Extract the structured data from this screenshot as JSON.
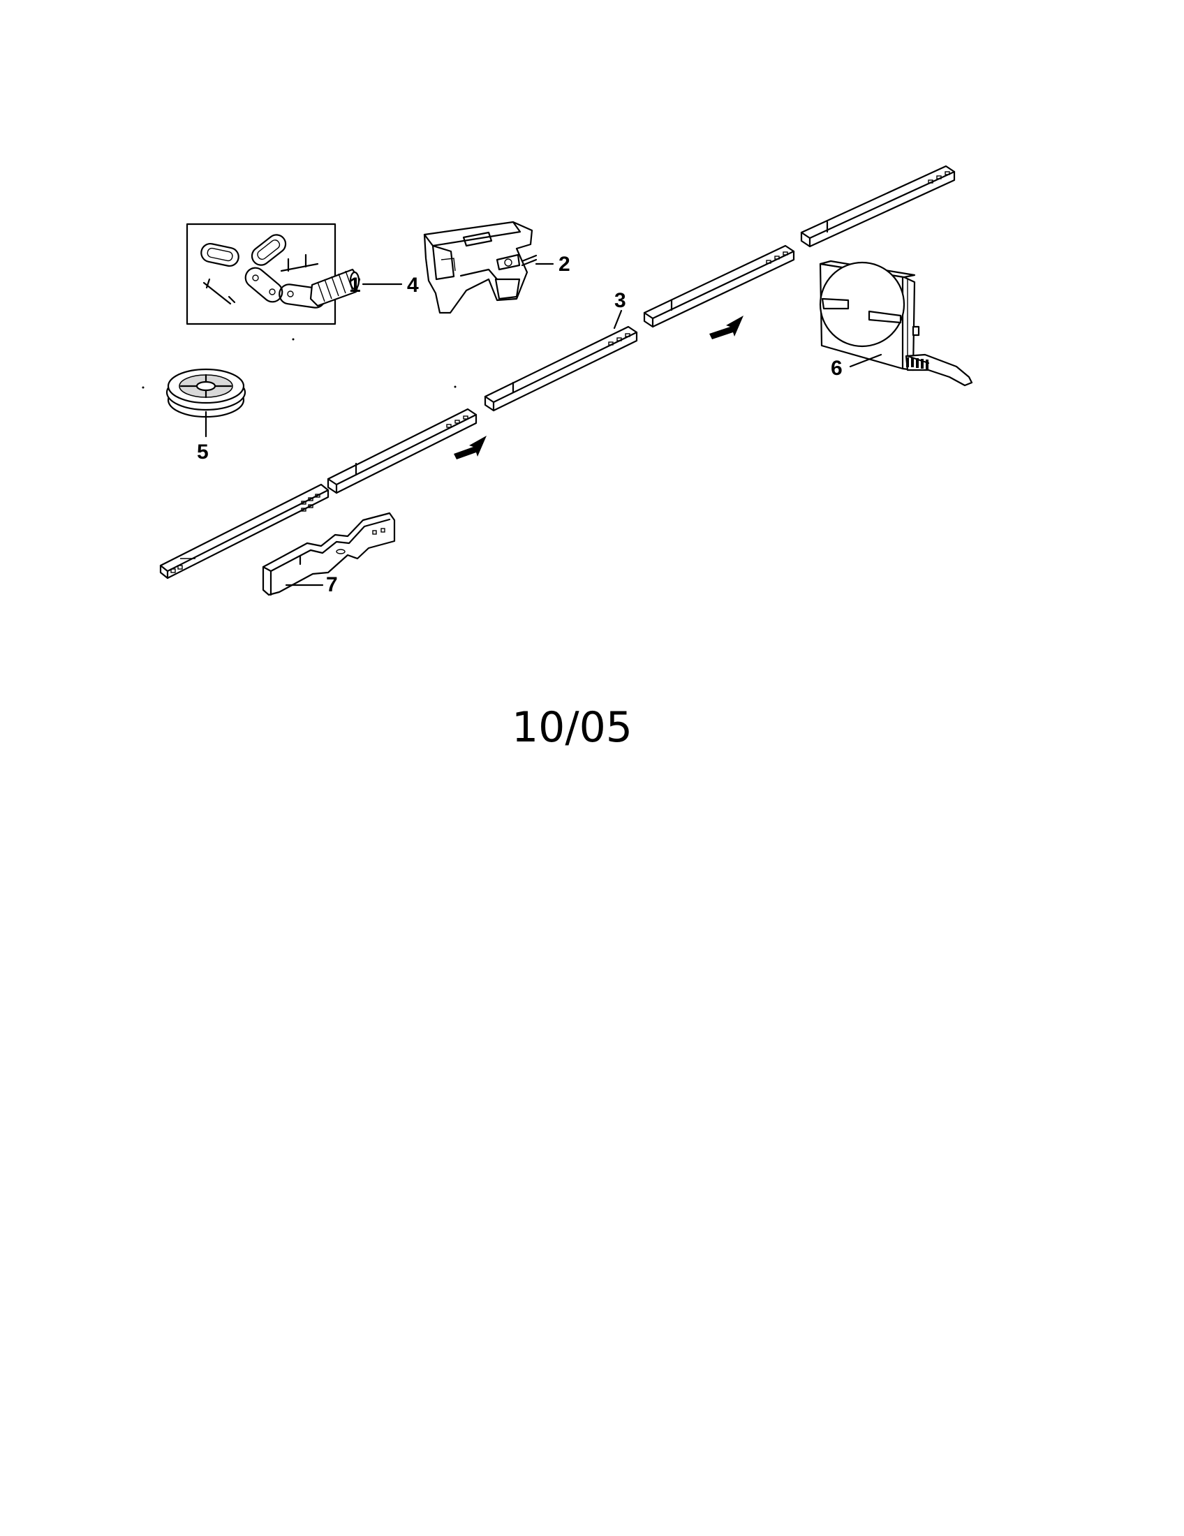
{
  "callouts": {
    "p1": "1",
    "p2": "2",
    "p3": "3",
    "p4": "4",
    "p5": "5",
    "p6": "6",
    "p7": "7"
  },
  "date_code": "10/05"
}
